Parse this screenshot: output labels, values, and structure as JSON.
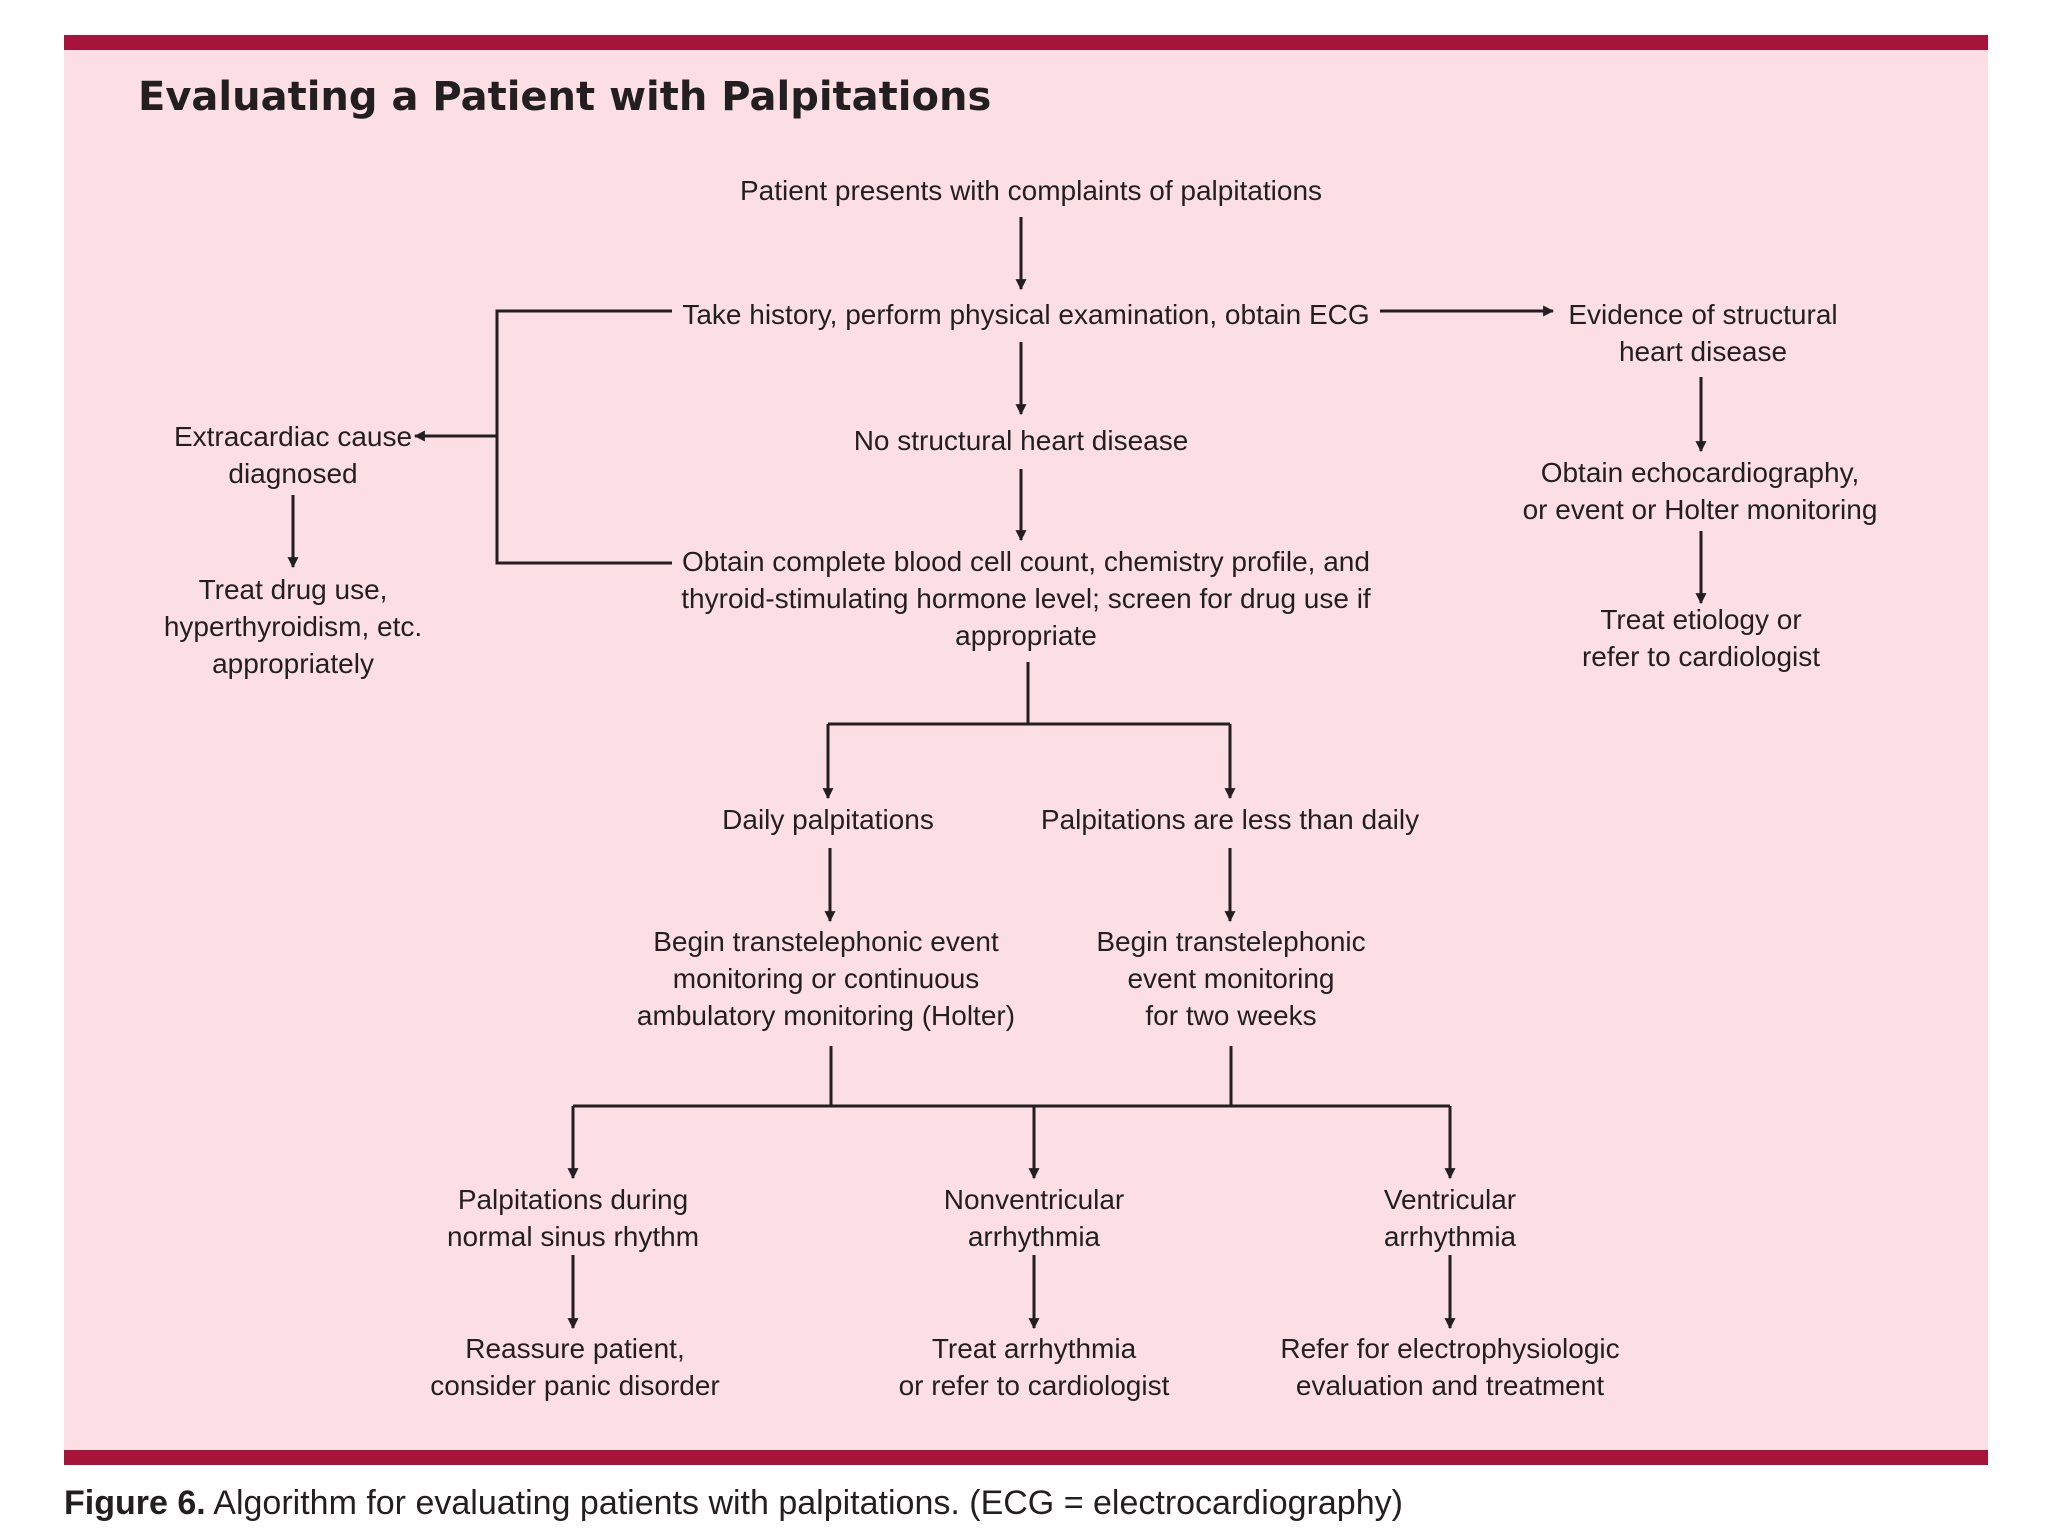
{
  "figure": {
    "title": "Evaluating a Patient with Palpitations",
    "caption_label": "Figure 6.",
    "caption_text": "Algorithm for evaluating patients with palpitations. (ECG = electrocardiography)"
  },
  "nodes": {
    "presents": "Patient presents with complaints of palpitations",
    "history": "Take history, perform physical examination, obtain ECG",
    "structural": "Evidence of structural\nheart disease",
    "echo": "Obtain echocardiography,\nor event or Holter monitoring",
    "treat_etiology": "Treat etiology or\nrefer to cardiologist",
    "extracardiac": "Extracardiac cause\ndiagnosed",
    "treat_drug": "Treat drug use,\nhyperthyroidism, etc.\nappropriately",
    "no_structural": "No structural heart disease",
    "labs": "Obtain complete blood cell count, chemistry profile, and\nthyroid-stimulating hormone level; screen for drug use if\nappropriate",
    "daily": "Daily palpitations",
    "less_daily": "Palpitations are less than daily",
    "holter": "Begin transtelephonic event\nmonitoring or continuous\nambulatory monitoring (Holter)",
    "two_weeks": "Begin transtelephonic\nevent monitoring\nfor two weeks",
    "sinus": "Palpitations during\nnormal sinus rhythm",
    "nonventricular": "Nonventricular\narrhythmia",
    "ventricular": "Ventricular\narrhythmia",
    "reassure": "Reassure patient,\nconsider panic disorder",
    "treat_arrhythmia": "Treat arrhythmia\nor refer to cardiologist",
    "refer_ep": "Refer for electrophysiologic\nevaluation and treatment"
  },
  "colors": {
    "accent_bar": "#a8133b",
    "panel_background": "#fbdfe5",
    "ink": "#231f20"
  }
}
